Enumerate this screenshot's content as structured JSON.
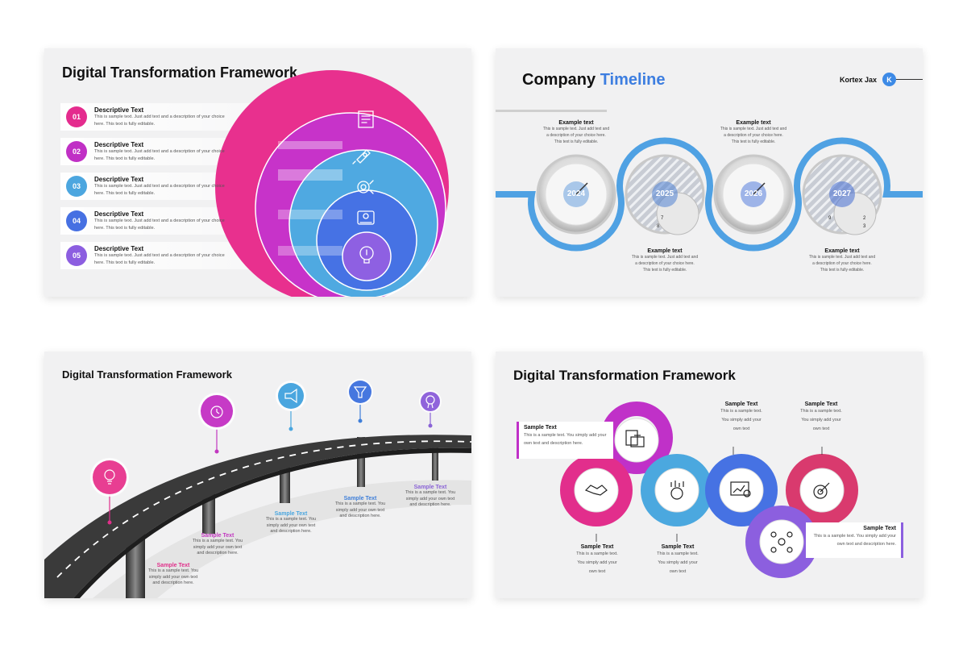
{
  "slide1": {
    "title": "Digital Transformation Framework",
    "items": [
      {
        "num": "01",
        "title": "Descriptive Text",
        "desc1": "This is sample text. Just add text and a description of your choice",
        "desc2": "here. This text is fully editable.",
        "color": "#e42c8e"
      },
      {
        "num": "02",
        "title": "Descriptive Text",
        "desc1": "This is sample text. Just add text and a description of your choice",
        "desc2": "here. This text is fully editable.",
        "color": "#c030c5"
      },
      {
        "num": "03",
        "title": "Descriptive Text",
        "desc1": "This is sample text. Just add text and a description of your choice",
        "desc2": "here. This text is fully editable.",
        "color": "#4ca6df"
      },
      {
        "num": "04",
        "title": "Descriptive Text",
        "desc1": "This is sample text. Just add text and a description of your choice",
        "desc2": "here. This text is fully editable.",
        "color": "#4670e2"
      },
      {
        "num": "05",
        "title": "Descriptive Text",
        "desc1": "This is sample text. Just add text and a description of your choice",
        "desc2": "here. This text is fully editable.",
        "color": "#8c5ee0"
      }
    ]
  },
  "slide2": {
    "title_a": "Company",
    "title_b": "Timeline",
    "brand": "Kortex Jax",
    "brand_letter": "K",
    "years": [
      "2024",
      "2025",
      "2026",
      "2027"
    ],
    "notes": [
      {
        "title": "Example text",
        "l1": "This is sample text. Just add text and",
        "l2": "a description of your choice here.",
        "l3": "This text is fully editable."
      },
      {
        "title": "Example text",
        "l1": "This is sample text. Just add text and",
        "l2": "a description of your choice here.",
        "l3": "This text is fully editable."
      },
      {
        "title": "Example text",
        "l1": "This is sample text. Just add text and",
        "l2": "a description of your choice here.",
        "l3": "This text is fully editable."
      },
      {
        "title": "Example text",
        "l1": "This is sample text. Just add text and",
        "l2": "a description of your choice here.",
        "l3": "This text is fully editable."
      }
    ],
    "clock_numbers": [
      "7",
      "8",
      "9",
      "2",
      "3"
    ]
  },
  "slide3": {
    "title": "Digital Transformation Framework",
    "labels": [
      {
        "title": "Sample Text",
        "l1": "This is a sample text. You",
        "l2": "simply add your own text",
        "l3": "and description here.",
        "color": "#e02f8a"
      },
      {
        "title": "Sample Text",
        "l1": "This is a sample text. You",
        "l2": "simply add your own text",
        "l3": "and description here.",
        "color": "#c238c0"
      },
      {
        "title": "Sample Text",
        "l1": "This is a sample text. You",
        "l2": "simply add your own text",
        "l3": "and description here.",
        "color": "#4aa6df"
      },
      {
        "title": "Sample Text",
        "l1": "This is a sample text. You",
        "l2": "simply add your own text",
        "l3": "and description here.",
        "color": "#3f7fd9"
      },
      {
        "title": "Sample Text",
        "l1": "This is a sample text. You",
        "l2": "simply add your own text",
        "l3": "and description here.",
        "color": "#8a63d6"
      }
    ]
  },
  "slide4": {
    "title": "Digital Transformation Framework",
    "left_box": {
      "title": "Sample Text",
      "l1": "This is a sample text. You simply add your",
      "l2": "own text and description here."
    },
    "right_box": {
      "title": "Sample Text",
      "l1": "This is a sample text. You simply add your",
      "l2": "own text and description here."
    },
    "top_notes": [
      {
        "title": "Sample Text",
        "l1": "This is a sample text.",
        "l2": "You simply add your",
        "l3": "own text"
      },
      {
        "title": "Sample Text",
        "l1": "This is a sample text.",
        "l2": "You simply add your",
        "l3": "own text"
      }
    ],
    "bottom_notes": [
      {
        "title": "Sample Text",
        "l1": "This is a sample text.",
        "l2": "You simply add your",
        "l3": "own text"
      },
      {
        "title": "Sample Text",
        "l1": "This is a sample text.",
        "l2": "You simply add your",
        "l3": "own text"
      }
    ]
  }
}
